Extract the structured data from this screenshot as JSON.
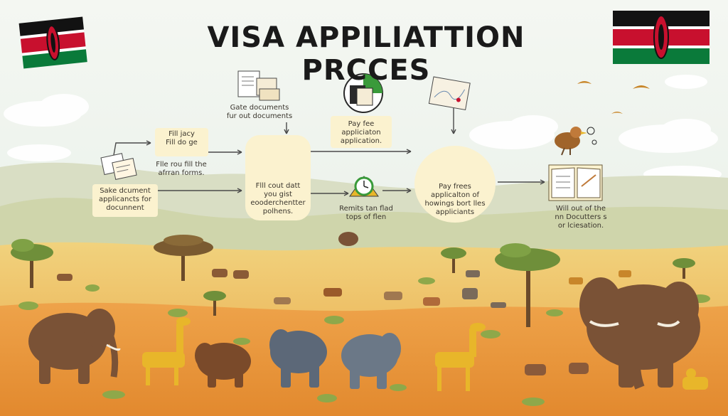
{
  "title": "VISA APPILIATTION PRCCES",
  "steps": [
    {
      "id": "1",
      "lines": [
        "Sake dcument",
        "applicancts for",
        "docunnent"
      ]
    },
    {
      "id": "2",
      "lines": [
        "Fill jacy",
        "Fill do ge"
      ]
    },
    {
      "id": "3",
      "lines": [
        "Flle rou fill the",
        "afrran forms."
      ]
    },
    {
      "id": "4",
      "lines": [
        "Gate documents",
        "fur out documents"
      ]
    },
    {
      "id": "5",
      "lines": [
        "Flll cout datt",
        "you gist",
        "eooderchentter",
        "polhens."
      ]
    },
    {
      "id": "6",
      "lines": [
        "Pay fee",
        "appliciaton",
        "application."
      ]
    },
    {
      "id": "7",
      "lines": [
        "Remits tan flad",
        "tops of flen"
      ]
    },
    {
      "id": "8",
      "lines": [
        "Pay frees",
        "applicalton of",
        "howings bort lles",
        "appliciants"
      ]
    },
    {
      "id": "9",
      "lines": [
        "Will out of the",
        "nn Docutters s",
        "or lciesation."
      ]
    }
  ],
  "colors": {
    "flag_black": "#121212",
    "flag_red": "#c8102e",
    "flag_green": "#0a7a3a",
    "panel": "#fbf2cf",
    "savanna": "#eab44a",
    "soil": "#e99a3a",
    "hills": "#cdd5b0",
    "tree": "#6f8f3a",
    "elephant_grey": "#6b7887",
    "elephant_brown": "#7a5236",
    "giraffe": "#e8b62a"
  },
  "icons": [
    "kenya-flag-icon",
    "documents-icon",
    "checklist-icon",
    "form-icon",
    "payment-icon",
    "clock-icon",
    "map-icon",
    "app-icon",
    "bird-icon",
    "book-icon"
  ]
}
